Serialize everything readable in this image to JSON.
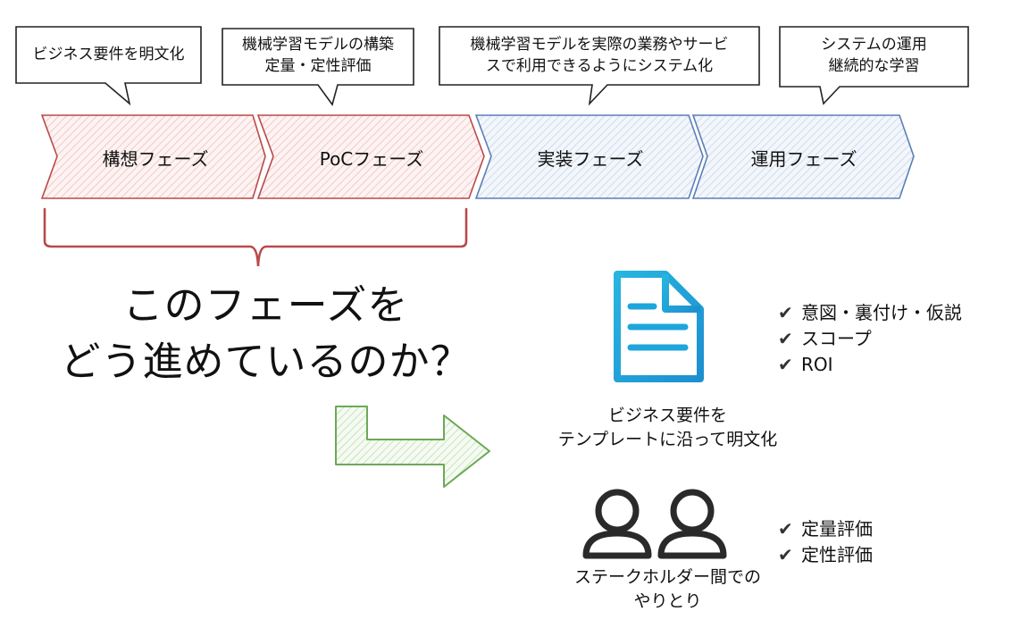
{
  "callouts": [
    {
      "text": "ビジネス要件を明文化"
    },
    {
      "text": "機械学習モデルの構築\n定量・定性評価"
    },
    {
      "text": "機械学習モデルを実際の業務やサービ\nスで利用できるようにシステム化"
    },
    {
      "text": "システムの運用\n継続的な学習"
    }
  ],
  "phases": [
    {
      "label": "構想フェーズ",
      "color": "#b94a4a"
    },
    {
      "label": "PoCフェーズ",
      "color": "#b94a4a"
    },
    {
      "label": "実装フェーズ",
      "color": "#5b7fb6"
    },
    {
      "label": "運用フェーズ",
      "color": "#5b7fb6"
    }
  ],
  "question": {
    "line1": "このフェーズを",
    "line2": "どう進めているのか？"
  },
  "document": {
    "icon": "document-icon",
    "caption_line1": "ビジネス要件を",
    "caption_line2": "テンプレートに沿って明文化",
    "checks": [
      "意図・裏付け・仮説",
      "スコープ",
      "ROI"
    ]
  },
  "stakeholders": {
    "icon": "people-icon",
    "caption_line1": "ステークホルダー間での",
    "caption_line2": "やりとり",
    "checks": [
      "定量評価",
      "定性評価"
    ]
  },
  "check_mark": "✔",
  "colors": {
    "brace": "#b94a4a",
    "arrow": "#6aaa55",
    "doc": "#1a9fd6"
  }
}
